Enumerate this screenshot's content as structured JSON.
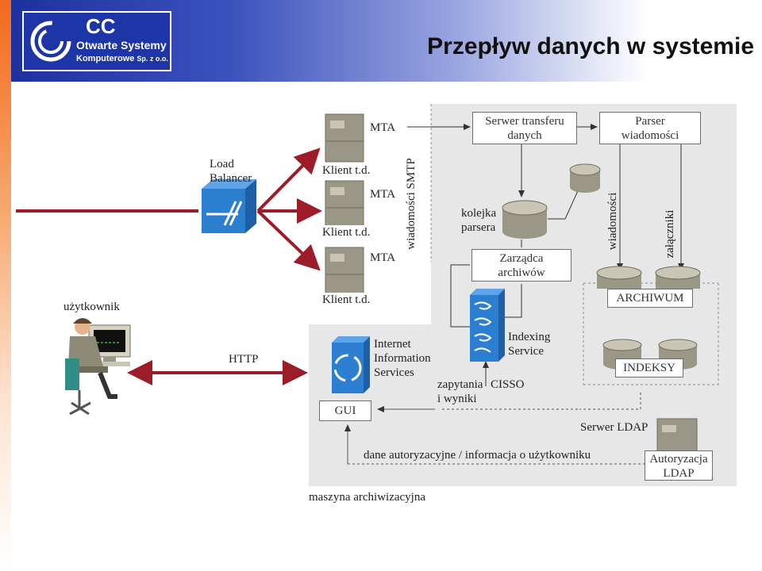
{
  "logo": {
    "cc": "CC",
    "line2": "Otwarte Systemy",
    "line3_main": "Komputerowe",
    "line3_suffix": "Sp. z o.o."
  },
  "title": "Przepływ danych w systemie",
  "labels": {
    "load_balancer": [
      "Load",
      "Balancer"
    ],
    "mta_1": "MTA",
    "mta_2": "MTA",
    "mta_3": "MTA",
    "klient_1": "Klient t.d.",
    "klient_2": "Klient t.d.",
    "klient_3": "Klient t.d.",
    "smtp": "wiadomości SMTP",
    "serwer_transferu": [
      "Serwer transferu",
      "danych"
    ],
    "parser": [
      "Parser",
      "wiadomości"
    ],
    "kolejka": [
      "kolejka",
      "parsera"
    ],
    "zarzadca": [
      "Zarządca",
      "archiwów"
    ],
    "wiadomosci": "wiadomości",
    "zalaczniki": "załączniki",
    "archiwum": "ARCHIWUM",
    "uzytkownik": "użytkownik",
    "http": "HTTP",
    "iis": [
      "Internet",
      "Information",
      "Services"
    ],
    "indexing": [
      "Indexing",
      "Service"
    ],
    "zapytania": [
      "zapytania",
      "i wyniki"
    ],
    "cisso": "CISSO",
    "gui": "GUI",
    "indeksy": "INDEKSY",
    "serwer_ldap": "Serwer LDAP",
    "dane_auth": "dane autoryzacyjne / informacja o użytkowniku",
    "autoryzacja": [
      "Autoryzacja",
      "LDAP"
    ],
    "maszyna": "maszyna archiwizacyjna"
  },
  "colors": {
    "arrow_red": "#9c1c2a",
    "panel_gray": "#e7e7e7",
    "router_blue": "#2c7fd0",
    "brand_blue": "#1e35a8"
  }
}
